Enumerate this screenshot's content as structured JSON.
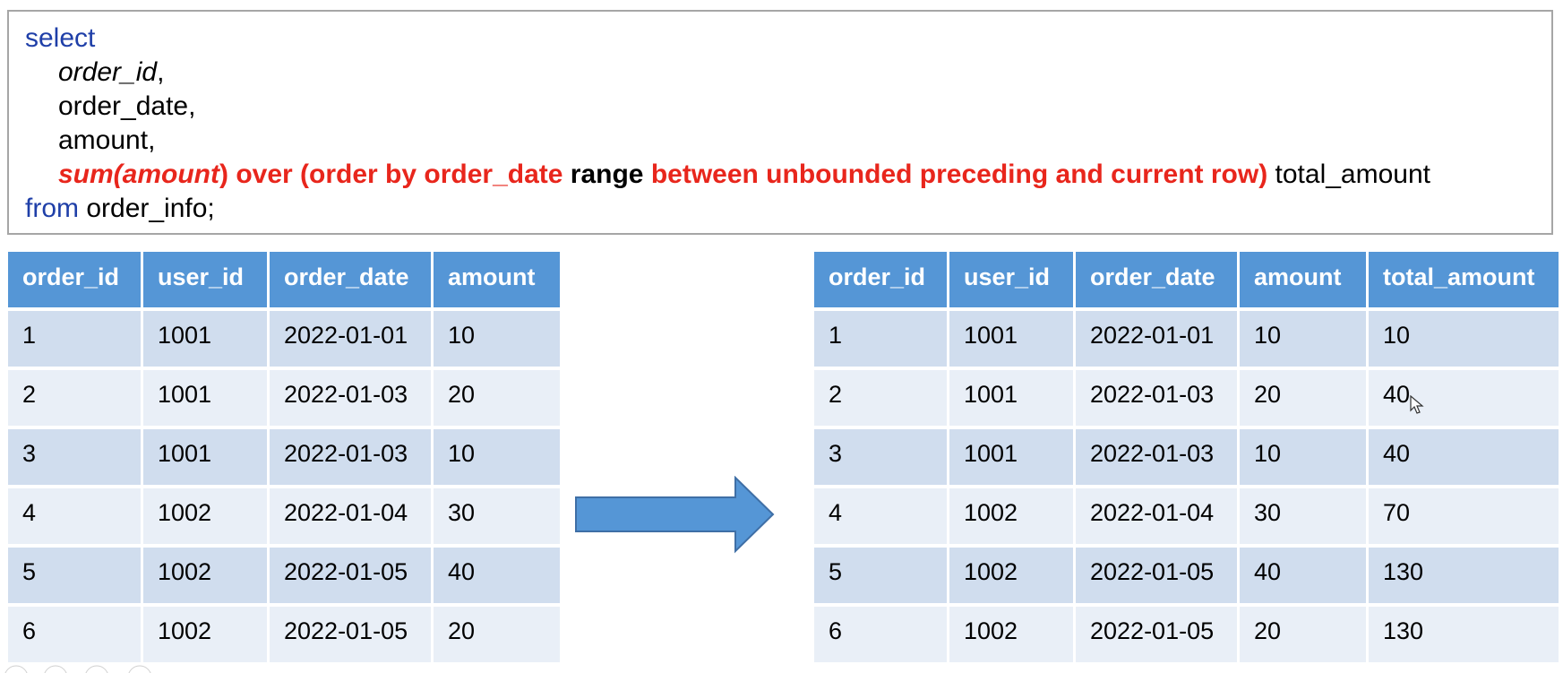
{
  "sql": {
    "line1": "select",
    "line2": "order_id",
    "line2_comma": ",",
    "line3": "order_date,",
    "line4": "amount,",
    "line5_fn": "sum(amount",
    "line5_over": ") over (order by order_date ",
    "line5_range": "range",
    "line5_between": " between unbounded preceding and current row)",
    "line5_alias": " total_amount",
    "line6_from": "from",
    "line6_rest": " order_info;"
  },
  "left_table": {
    "headers": [
      "order_id",
      "user_id",
      "order_date",
      "amount"
    ],
    "rows": [
      [
        "1",
        "1001",
        "2022-01-01",
        "10"
      ],
      [
        "2",
        "1001",
        "2022-01-03",
        "20"
      ],
      [
        "3",
        "1001",
        "2022-01-03",
        "10"
      ],
      [
        "4",
        "1002",
        "2022-01-04",
        "30"
      ],
      [
        "5",
        "1002",
        "2022-01-05",
        "40"
      ],
      [
        "6",
        "1002",
        "2022-01-05",
        "20"
      ]
    ]
  },
  "right_table": {
    "headers": [
      "order_id",
      "user_id",
      "order_date",
      "amount",
      "total_amount"
    ],
    "rows": [
      [
        "1",
        "1001",
        "2022-01-01",
        "10",
        "10"
      ],
      [
        "2",
        "1001",
        "2022-01-03",
        "20",
        "40"
      ],
      [
        "3",
        "1001",
        "2022-01-03",
        "10",
        "40"
      ],
      [
        "4",
        "1002",
        "2022-01-04",
        "30",
        "70"
      ],
      [
        "5",
        "1002",
        "2022-01-05",
        "40",
        "130"
      ],
      [
        "6",
        "1002",
        "2022-01-05",
        "20",
        "130"
      ]
    ]
  },
  "colors": {
    "header_bg": "#5596d6",
    "row_odd": "#d0ddee",
    "row_even": "#e9eff7",
    "keyword": "#1f3fa8",
    "highlight": "#e8261c",
    "arrow": "#5596d6"
  },
  "icons": [
    "right-arrow-icon",
    "mouse-cursor-icon"
  ]
}
